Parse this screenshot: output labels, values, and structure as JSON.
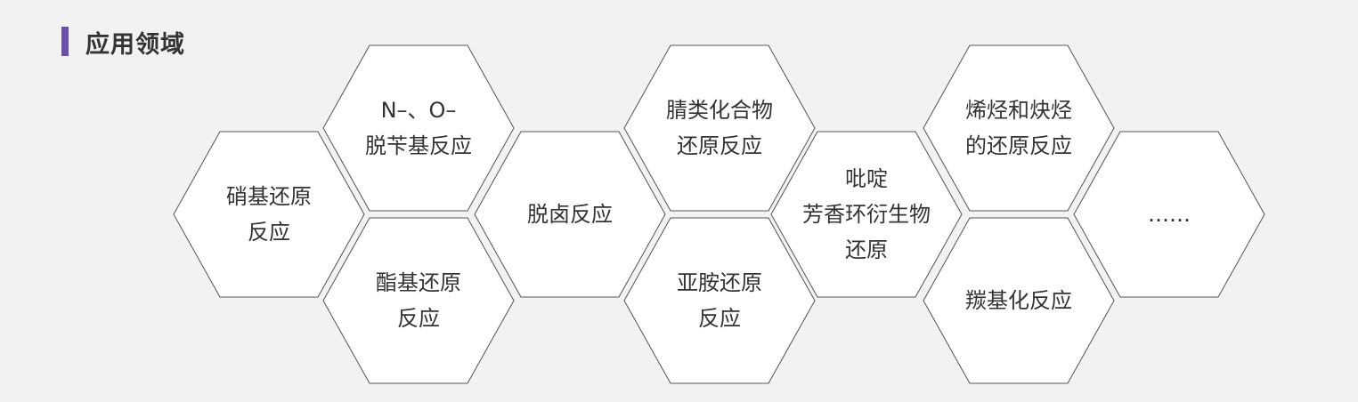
{
  "section": {
    "title": "应用领域",
    "accent_color": "#6b4fb0"
  },
  "hexagons": [
    {
      "label": "硝基还原\n反应"
    },
    {
      "label": "N–、O–\n脱苄基反应"
    },
    {
      "label": "酯基还原\n反应"
    },
    {
      "label": "脱卤反应"
    },
    {
      "label": "腈类化合物\n还原反应"
    },
    {
      "label": "亚胺还原\n反应"
    },
    {
      "label": "吡啶\n芳香环衍生物\n还原"
    },
    {
      "label": "烯烃和炔烃\n的还原反应"
    },
    {
      "label": "羰基化反应"
    },
    {
      "label": "……"
    }
  ]
}
